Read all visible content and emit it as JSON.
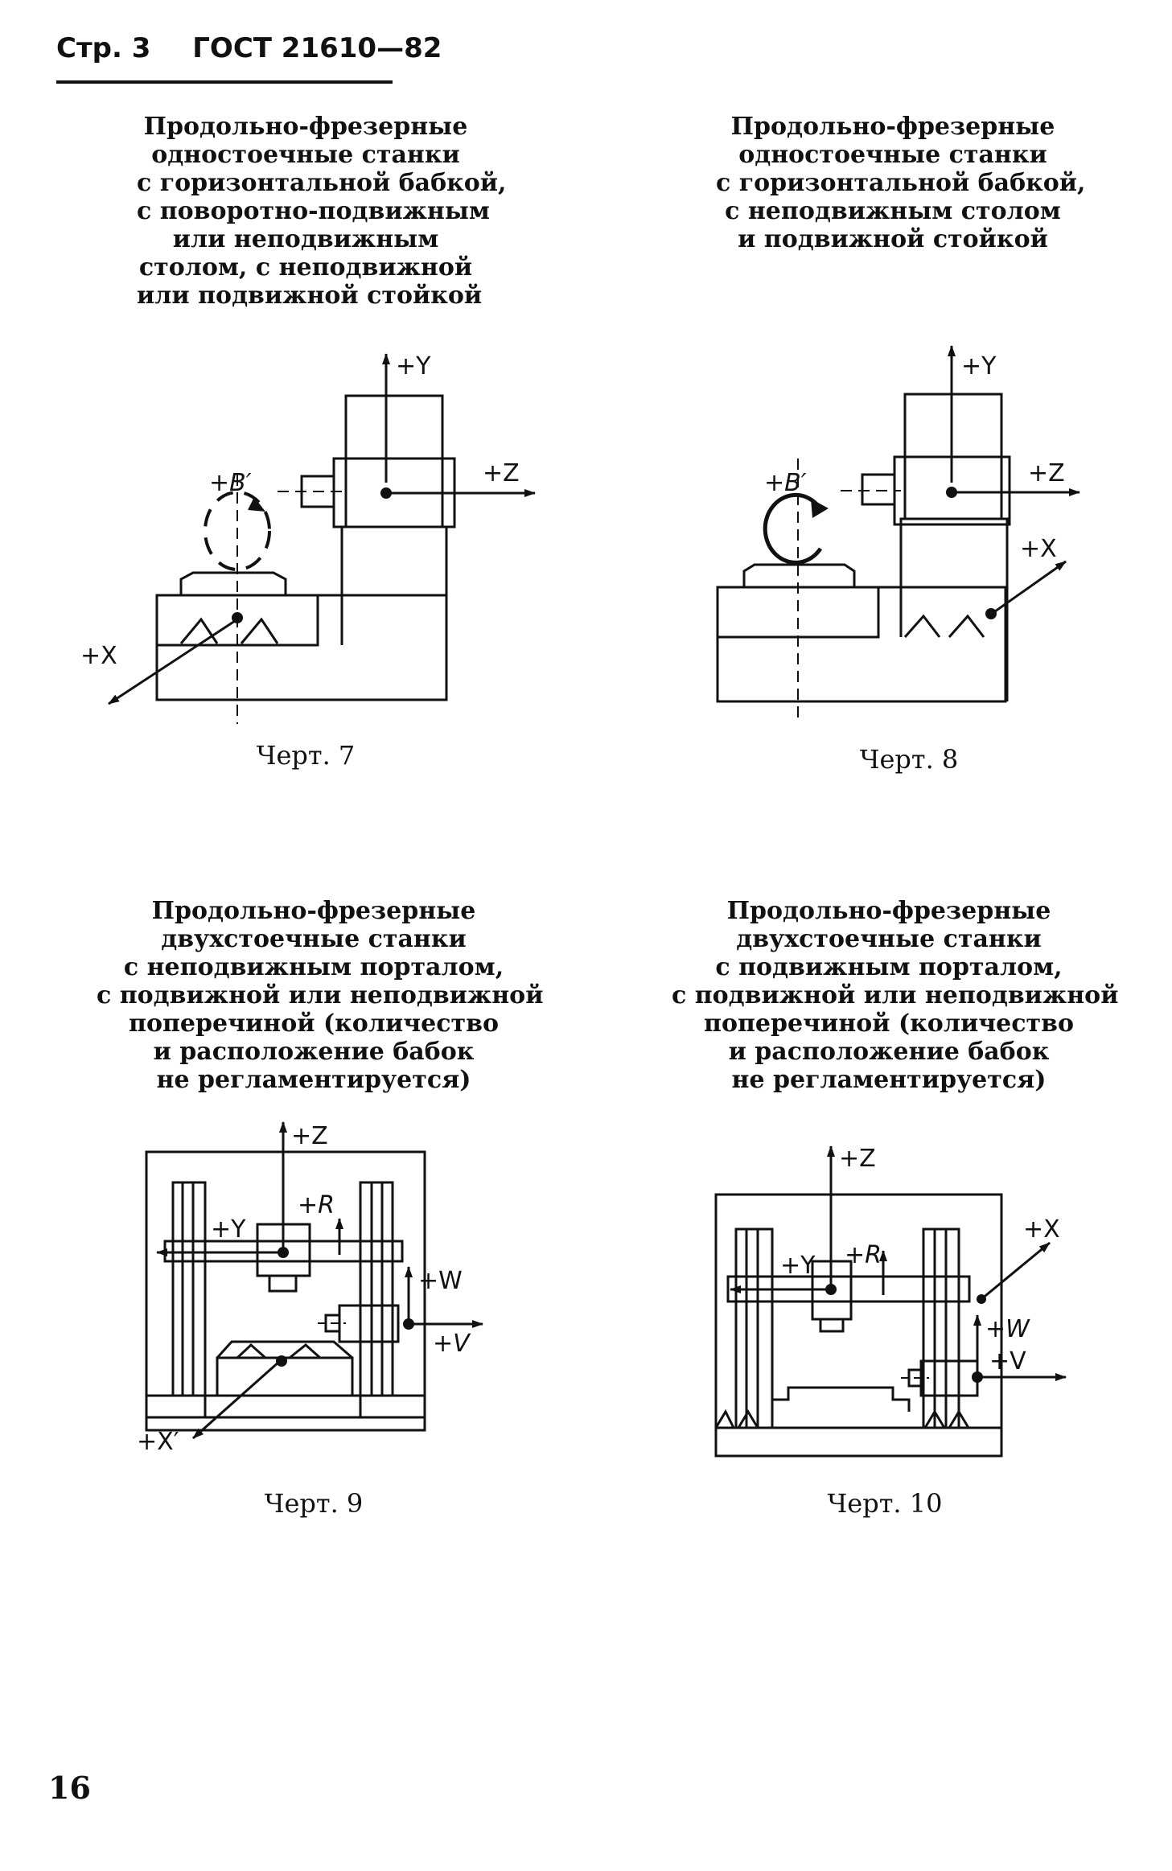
{
  "header": {
    "page": "Стр. 3",
    "standard": "ГОСТ 21610—82"
  },
  "page_number": "16",
  "figures": [
    {
      "title": [
        "Продольно-фрезерные",
        "одностоечные станки",
        "с горизонтальной бабкой,",
        "с поворотно-подвижным",
        "или неподвижным",
        "столом, с неподвижной",
        "или подвижной стойкой"
      ],
      "caption": "Черт. 7",
      "labels": {
        "y": "+Y",
        "z": "+Z",
        "b": "+B′",
        "x": "+X"
      }
    },
    {
      "title": [
        "Продольно-фрезерные",
        "одностоечные станки",
        "с горизонтальной бабкой,",
        "с неподвижным столом",
        "и подвижной стойкой"
      ],
      "caption": "Черт. 8",
      "labels": {
        "y": "+Y",
        "z": "+Z",
        "b": "+B′",
        "x": "+X"
      }
    },
    {
      "title": [
        "Продольно-фрезерные",
        "двухстоечные станки",
        "с неподвижным порталом,",
        "с подвижной или неподвижной",
        "поперечиной (количество",
        "и расположение бабок",
        "не регламентируется)"
      ],
      "caption": "Черт. 9",
      "labels": {
        "z": "+Z",
        "y": "+Y",
        "r": "+R",
        "w": "+W",
        "v": "+V",
        "x": "+X′"
      }
    },
    {
      "title": [
        "Продольно-фрезерные",
        "двухстоечные станки",
        "с подвижным порталом,",
        "с подвижной или неподвижной",
        "поперечиной (количество",
        "и расположение бабок",
        "не регламентируется)"
      ],
      "caption": "Черт. 10",
      "labels": {
        "z": "+Z",
        "x": "+X",
        "y": "+Y",
        "r": "+R",
        "w": "+W",
        "v": "+V"
      }
    }
  ]
}
